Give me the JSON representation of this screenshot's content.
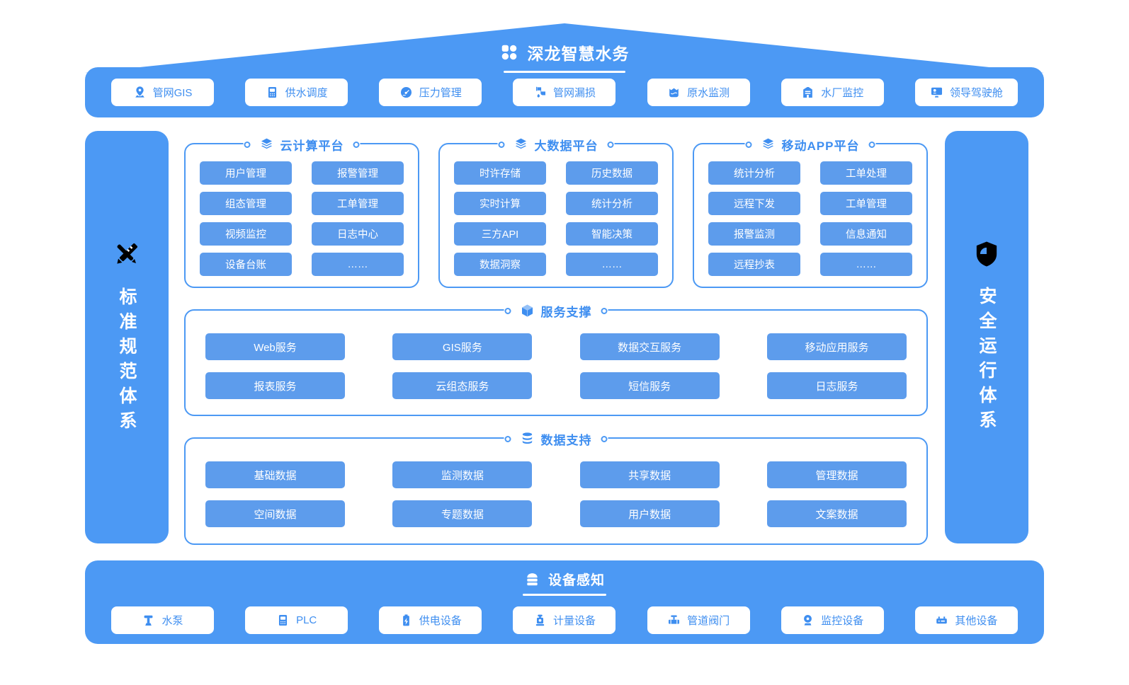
{
  "colors": {
    "bar_blue": "#4c99f4",
    "tile_blue": "#5d9cec",
    "accent_blue": "#3e8ef0",
    "white": "#ffffff"
  },
  "title": {
    "label": "深龙智慧水务",
    "icon": "clover-icon"
  },
  "top_bar": {
    "items": [
      {
        "label": "管网GIS",
        "icon": "map-pin-icon"
      },
      {
        "label": "供水调度",
        "icon": "plc-icon"
      },
      {
        "label": "压力管理",
        "icon": "gauge-icon"
      },
      {
        "label": "管网漏损",
        "icon": "pipe-leak-icon"
      },
      {
        "label": "原水监测",
        "icon": "water-tank-icon"
      },
      {
        "label": "水厂监控",
        "icon": "factory-icon"
      },
      {
        "label": "领导驾驶舱",
        "icon": "monitor-icon"
      }
    ]
  },
  "left_sidebar": {
    "label": "标准规范体系",
    "icon": "ruler-pencil-icon"
  },
  "right_sidebar": {
    "label": "安全运行体系",
    "icon": "shield-icon"
  },
  "platforms": [
    {
      "title": "云计算平台",
      "icon": "layers-icon",
      "items": [
        "用户管理",
        "报警管理",
        "组态管理",
        "工单管理",
        "视频监控",
        "日志中心",
        "设备台账",
        "……"
      ]
    },
    {
      "title": "大数据平台",
      "icon": "layers-icon",
      "items": [
        "时许存储",
        "历史数据",
        "实时计算",
        "统计分析",
        "三方API",
        "智能决策",
        "数据洞察",
        "……"
      ]
    },
    {
      "title": "移动APP平台",
      "icon": "layers-icon",
      "items": [
        "统计分析",
        "工单处理",
        "远程下发",
        "工单管理",
        "报警监测",
        "信息通知",
        "远程抄表",
        "……"
      ]
    }
  ],
  "service_section": {
    "title": "服务支撑",
    "icon": "cube-icon",
    "items": [
      "Web服务",
      "GIS服务",
      "数据交互服务",
      "移动应用服务",
      "报表服务",
      "云组态服务",
      "短信服务",
      "日志服务"
    ]
  },
  "data_section": {
    "title": "数据支持",
    "icon": "database-icon",
    "items": [
      "基础数据",
      "监测数据",
      "共享数据",
      "管理数据",
      "空间数据",
      "专题数据",
      "用户数据",
      "文案数据"
    ]
  },
  "bottom_bar": {
    "title": "设备感知",
    "icon": "server-icon",
    "items": [
      {
        "label": "水泵",
        "icon": "pump-icon"
      },
      {
        "label": "PLC",
        "icon": "plc-icon"
      },
      {
        "label": "供电设备",
        "icon": "power-icon"
      },
      {
        "label": "计量设备",
        "icon": "meter-icon"
      },
      {
        "label": "管道阀门",
        "icon": "valve-icon"
      },
      {
        "label": "监控设备",
        "icon": "camera-icon"
      },
      {
        "label": "其他设备",
        "icon": "device-icon"
      }
    ]
  }
}
